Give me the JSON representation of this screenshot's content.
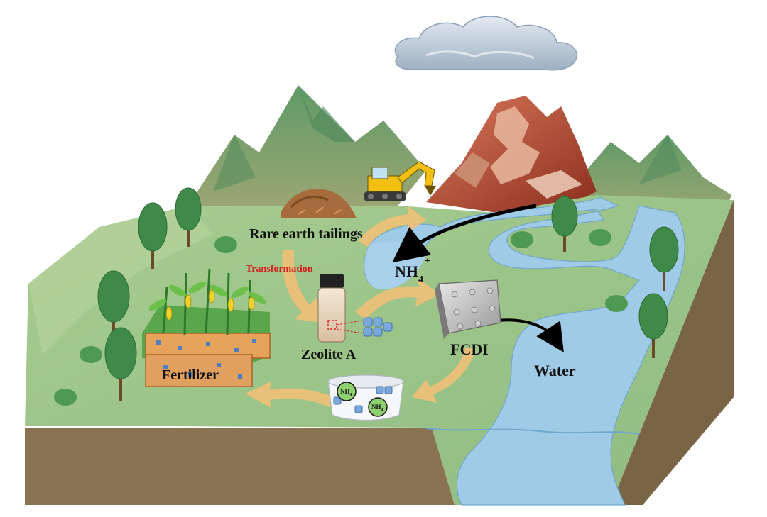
{
  "labels": {
    "rare_earth_tailings": "Rare earth tailings",
    "transformation": "Transformation",
    "ammonium_main": "NH",
    "ammonium_sub": "4",
    "ammonium_sup": "+",
    "zeolite": "Zeolite A",
    "fcdi": "FCDI",
    "water": "Water",
    "fertilizer": "Fertilizer",
    "bowl_ammonium_main": "NH",
    "bowl_ammonium_sub": "4"
  },
  "colors": {
    "sky_cloud": "#b8c6d4",
    "grass": "#9cc48a",
    "soil": "#8a7352",
    "water": "#9fcbe6",
    "flow_arrow": "#f0c078",
    "transformation_text": "#d42020",
    "tailings_mountain": "#b4583a"
  },
  "icons": {
    "cloud": "cloud-icon",
    "excavator": "excavator-icon",
    "jar": "jar-icon",
    "fcdi_cell": "fcdi-cell-icon",
    "bowl": "bowl-icon"
  }
}
